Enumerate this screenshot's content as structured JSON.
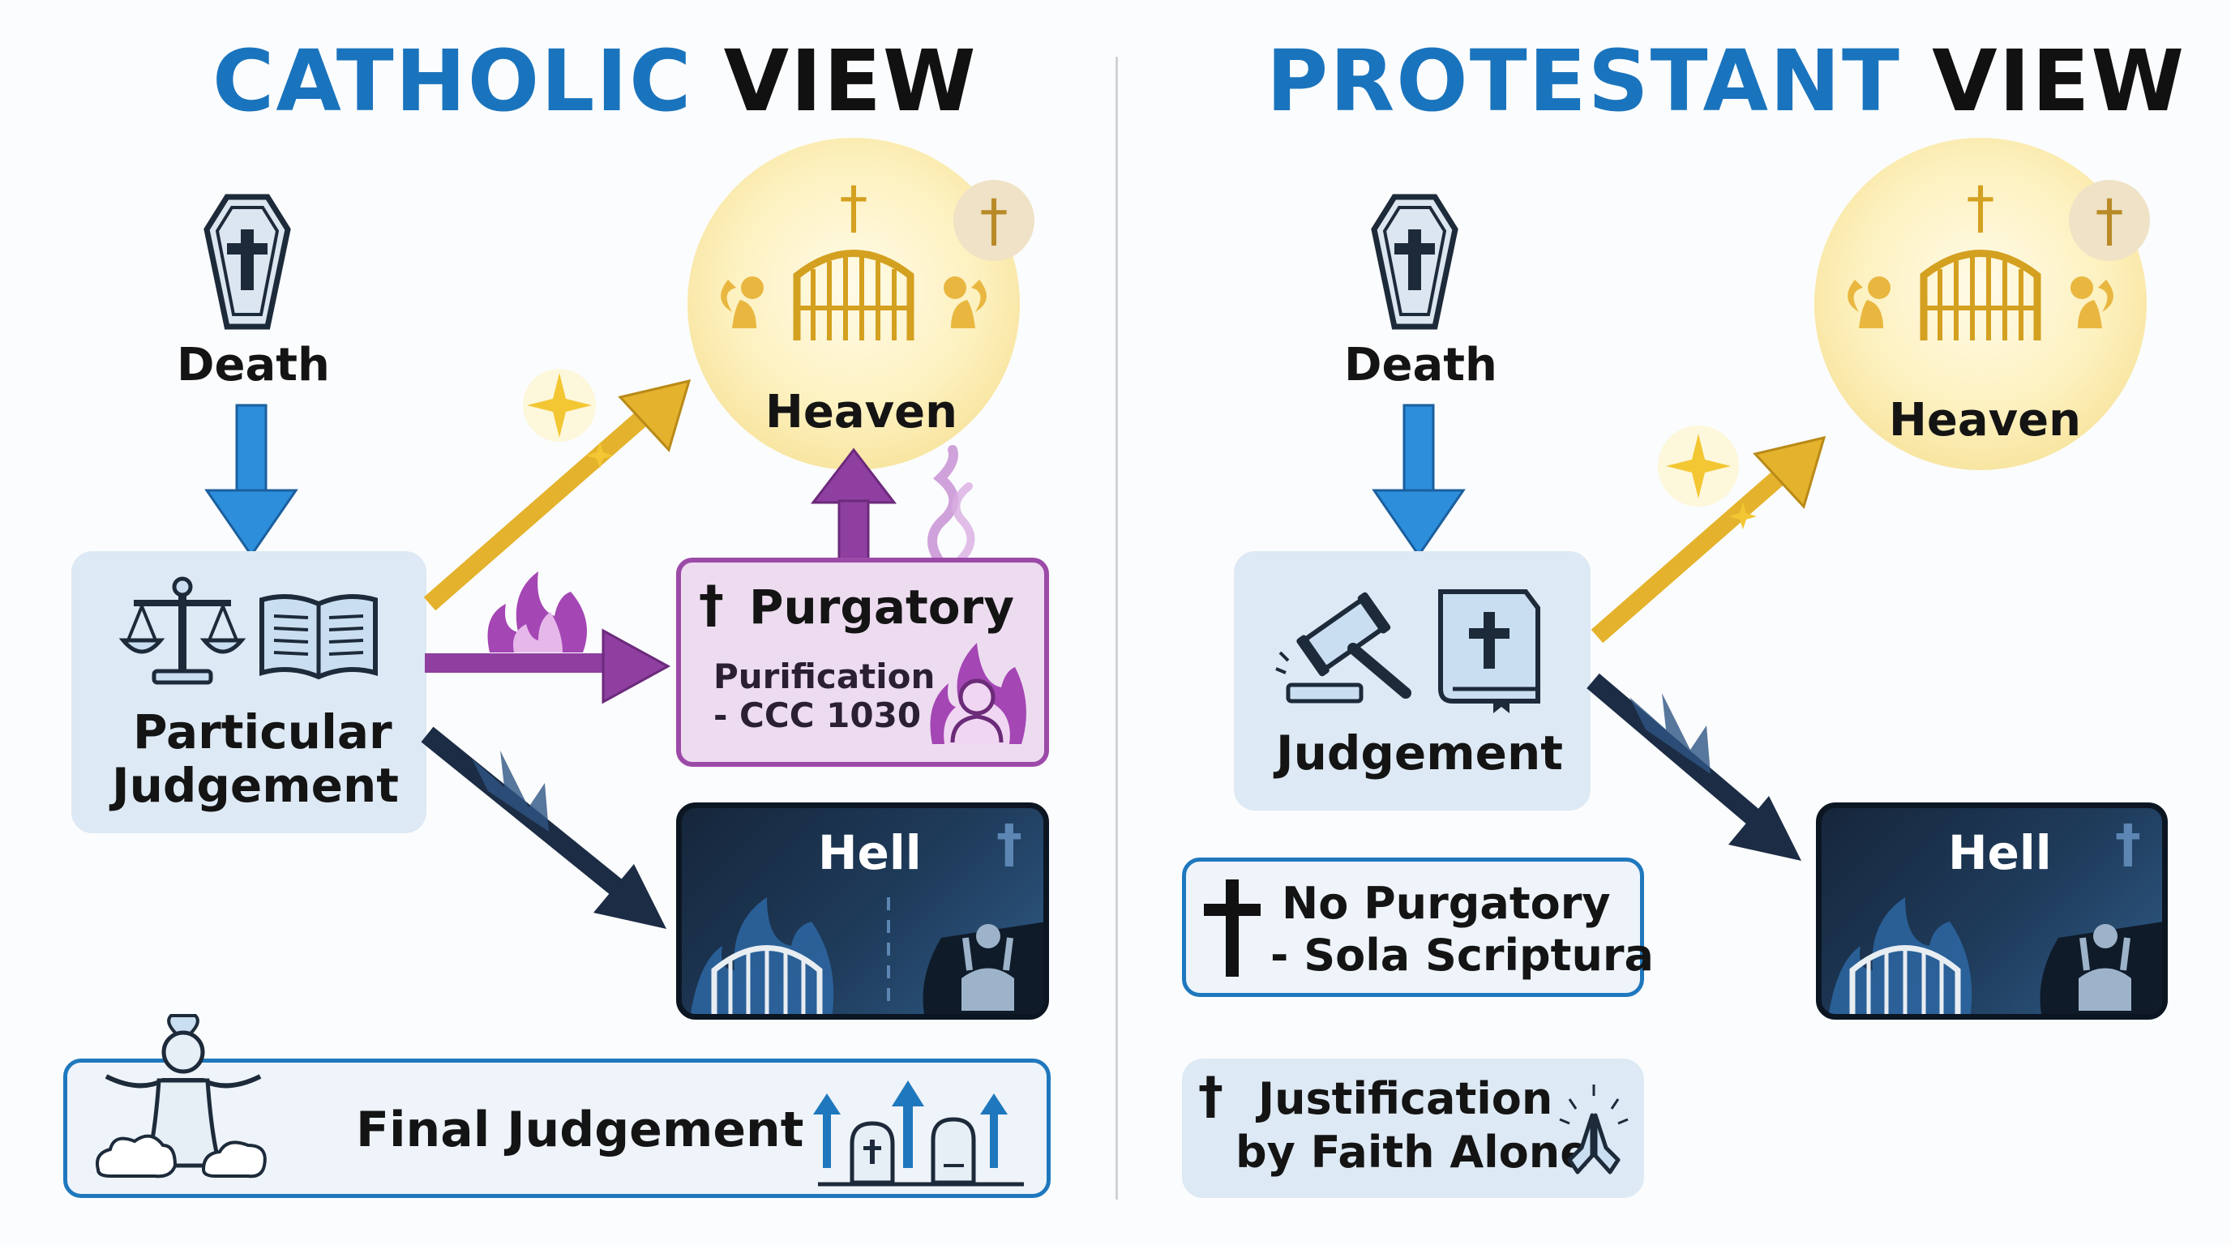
{
  "catholic": {
    "title_accent": "CATHOLIC",
    "title_rest": "VIEW",
    "death_label": "Death",
    "heaven_label": "Heaven",
    "particular_judgement_label_line1": "Particular",
    "particular_judgement_label_line2": "Judgement",
    "purgatory_label": "Purgatory",
    "purgatory_sub_line1": "Purification",
    "purgatory_sub_line2": "- CCC 1030",
    "hell_label": "Hell",
    "final_judgement_label": "Final Judgement"
  },
  "protestant": {
    "title_accent": "PROTESTANT",
    "title_rest": "VIEW",
    "death_label": "Death",
    "heaven_label": "Heaven",
    "judgement_label": "Judgement",
    "hell_label": "Hell",
    "no_purgatory_line1": "No Purgatory",
    "no_purgatory_line2": "- Sola Scriptura",
    "justification_line1": "Justification",
    "justification_line2": "by Faith Alone"
  },
  "glyphs": {
    "cross": "†"
  },
  "icons": [
    "coffin-icon",
    "scales-icon",
    "book-icon",
    "gavel-icon",
    "bible-icon",
    "gates-icon",
    "angel-icon",
    "fire-icon",
    "person-icon",
    "jesus-icon",
    "tombstone-icon",
    "praying-hands-icon",
    "sparkle-icon"
  ],
  "colors": {
    "accent_blue": "#1a74bd",
    "purgatory_purple": "#9c4aa8",
    "heaven_gold": "#e8b830",
    "hell_navy": "#16263b"
  }
}
